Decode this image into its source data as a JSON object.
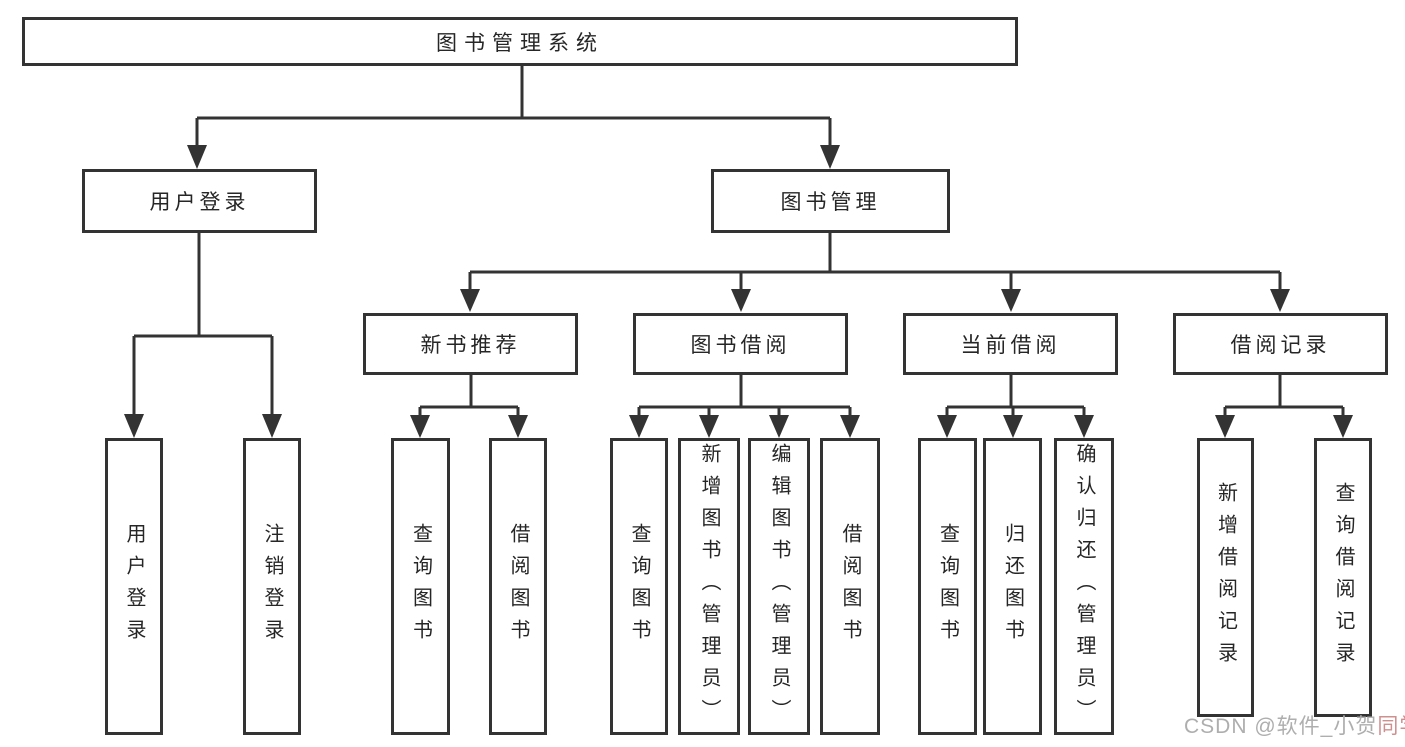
{
  "diagram": {
    "type": "tree-structure-diagram",
    "colors": {
      "line": "#333333",
      "text": "#262626",
      "background": "#ffffff",
      "watermark_gray": "#aeaeae",
      "watermark_red": "#d08f8f"
    },
    "tree": {
      "root": {
        "label": "图书管理系统"
      },
      "branches": [
        {
          "label": "用户登录",
          "children": [
            {
              "label": "用户登录"
            },
            {
              "label": "注销登录"
            }
          ]
        },
        {
          "label": "图书管理",
          "children": [
            {
              "label": "新书推荐",
              "children": [
                {
                  "label": "查询图书"
                },
                {
                  "label": "借阅图书"
                }
              ]
            },
            {
              "label": "图书借阅",
              "children": [
                {
                  "label": "查询图书"
                },
                {
                  "label": "新增图书（管理员）"
                },
                {
                  "label": "编辑图书（管理员）"
                },
                {
                  "label": "借阅图书"
                }
              ]
            },
            {
              "label": "当前借阅",
              "children": [
                {
                  "label": "查询图书"
                },
                {
                  "label": "归还图书"
                },
                {
                  "label": "确认归还（管理员）"
                }
              ]
            },
            {
              "label": "借阅记录",
              "children": [
                {
                  "label": "新增借阅记录"
                },
                {
                  "label": "查询借阅记录"
                }
              ]
            }
          ]
        }
      ]
    }
  },
  "watermark": {
    "text": "CSDN @软件_小贺",
    "suffix": "同学"
  }
}
